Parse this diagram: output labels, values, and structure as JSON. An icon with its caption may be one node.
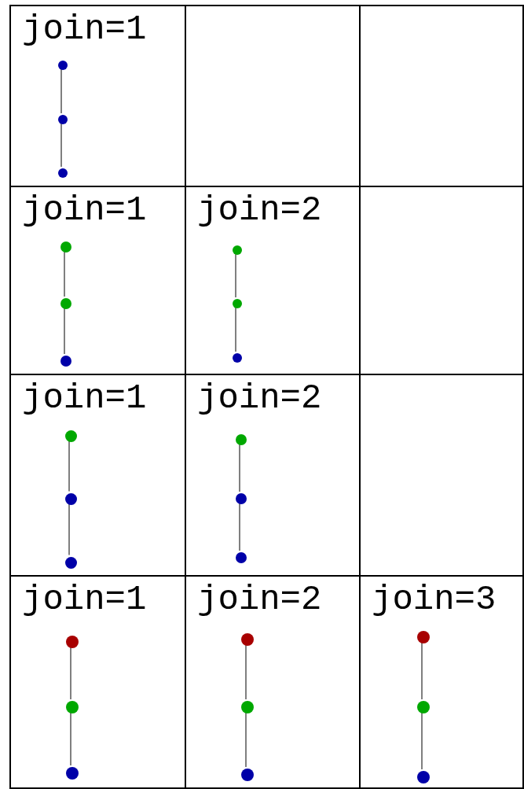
{
  "diagram": {
    "nodes": [
      {
        "text": [
          "join=1"
        ]
      },
      {
        "text": [],
        "shape": "circle",
        "in": 0
      },
      {
        "text": [],
        "shape": "circle",
        "in": 0
      },
      {
        "text": [],
        "shape": "circle",
        "in": 0
      },
      {
        "text": [],
        "shape": "box"
      },
      {
        "text": [],
        "shape": "box"
      },
      {
        "text": [
          "join=1"
        ]
      },
      {
        "text": [],
        "shape": "circle",
        "in": 6
      },
      {
        "text": [],
        "shape": "circle",
        "in": 6
      },
      {
        "text": [],
        "shape": "circle",
        "in": 6
      },
      {
        "text": [
          "join=2"
        ]
      },
      {
        "text": [],
        "shape": "circle",
        "in": 10
      },
      {
        "text": [],
        "shape": "circle",
        "in": 10
      },
      {
        "text": [],
        "shape": "circle",
        "in": 10
      },
      {
        "text": [],
        "shape": "box"
      },
      {
        "text": [
          "join=1"
        ]
      },
      {
        "text": [],
        "shape": "circle",
        "in": 15
      },
      {
        "text": [],
        "shape": "circle",
        "in": 15
      },
      {
        "text": [],
        "shape": "circle",
        "in": 15
      },
      {
        "text": [
          "join=2"
        ]
      },
      {
        "text": [],
        "shape": "circle",
        "in": 19
      },
      {
        "text": [],
        "shape": "circle",
        "in": 19
      },
      {
        "text": [],
        "shape": "circle",
        "in": 19
      },
      {
        "text": [],
        "shape": "box"
      },
      {
        "text": [
          "join=1"
        ]
      },
      {
        "text": [],
        "shape": "circle",
        "in": 24
      },
      {
        "text": [],
        "shape": "circle",
        "in": 24
      },
      {
        "text": [],
        "shape": "circle",
        "in": 24
      },
      {
        "text": [
          "join=2"
        ]
      },
      {
        "text": [],
        "shape": "circle",
        "in": 28
      },
      {
        "text": [],
        "shape": "circle",
        "in": 28
      },
      {
        "text": [],
        "shape": "circle",
        "in": 28
      },
      {
        "text": [
          "join=3"
        ]
      },
      {
        "text": [],
        "shape": "circle",
        "in": 32
      },
      {
        "text": [],
        "shape": "circle",
        "in": 32
      },
      {
        "text": [],
        "shape": "circle",
        "in": 32
      }
    ],
    "edges": [
      {
        "from": 1,
        "to": 2,
        "arrow": "none"
      },
      {
        "from": 2,
        "to": 3,
        "arrow": "none"
      },
      {
        "from": 7,
        "to": 8,
        "arrow": "none"
      },
      {
        "from": 8,
        "to": 9,
        "arrow": "none"
      },
      {
        "from": 11,
        "to": 12,
        "arrow": "none"
      },
      {
        "from": 12,
        "to": 13,
        "arrow": "none"
      },
      {
        "from": 16,
        "to": 17,
        "arrow": "none"
      },
      {
        "from": 17,
        "to": 18,
        "arrow": "none"
      },
      {
        "from": 20,
        "to": 21,
        "arrow": "none"
      },
      {
        "from": 21,
        "to": 22,
        "arrow": "none"
      },
      {
        "from": 25,
        "to": 26,
        "arrow": "none"
      },
      {
        "from": 26,
        "to": 27,
        "arrow": "none"
      },
      {
        "from": 29,
        "to": 30,
        "arrow": "none"
      },
      {
        "from": 30,
        "to": 31,
        "arrow": "none"
      },
      {
        "from": 33,
        "to": 34,
        "arrow": "none"
      },
      {
        "from": 34,
        "to": 35,
        "arrow": "none"
      }
    ]
  }
}
